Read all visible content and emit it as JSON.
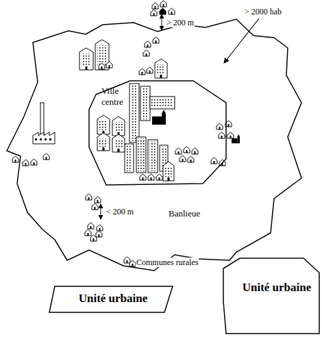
{
  "diagram": {
    "nodes": [
      {
        "text": [
          "Banlieue"
        ]
      },
      {
        "text": [
          "Ville centre"
        ],
        "in": 0
      },
      {
        "text": [
          "Unité urbaine"
        ]
      },
      {
        "text": [
          "Unité urbaine"
        ]
      }
    ],
    "labels": [
      "> 2000 hab",
      "> 200 m",
      "< 200 m",
      "Communes rurales"
    ]
  }
}
